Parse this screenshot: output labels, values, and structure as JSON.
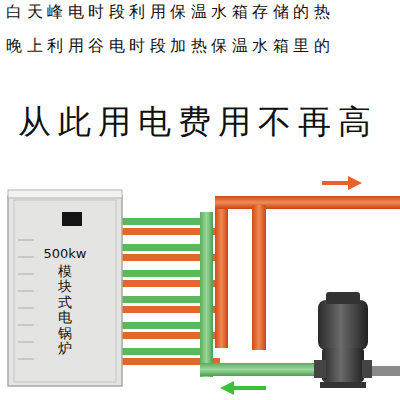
{
  "diagram": {
    "title": "从此用电费用不再高",
    "nodes": [
      {
        "text": [
          "500kw",
          "模块式电锅炉"
        ]
      }
    ],
    "labels": [
      "白天峰电时段利用保温水箱存储的热",
      "晚上利用谷电时段加热保温水箱里的"
    ]
  }
}
